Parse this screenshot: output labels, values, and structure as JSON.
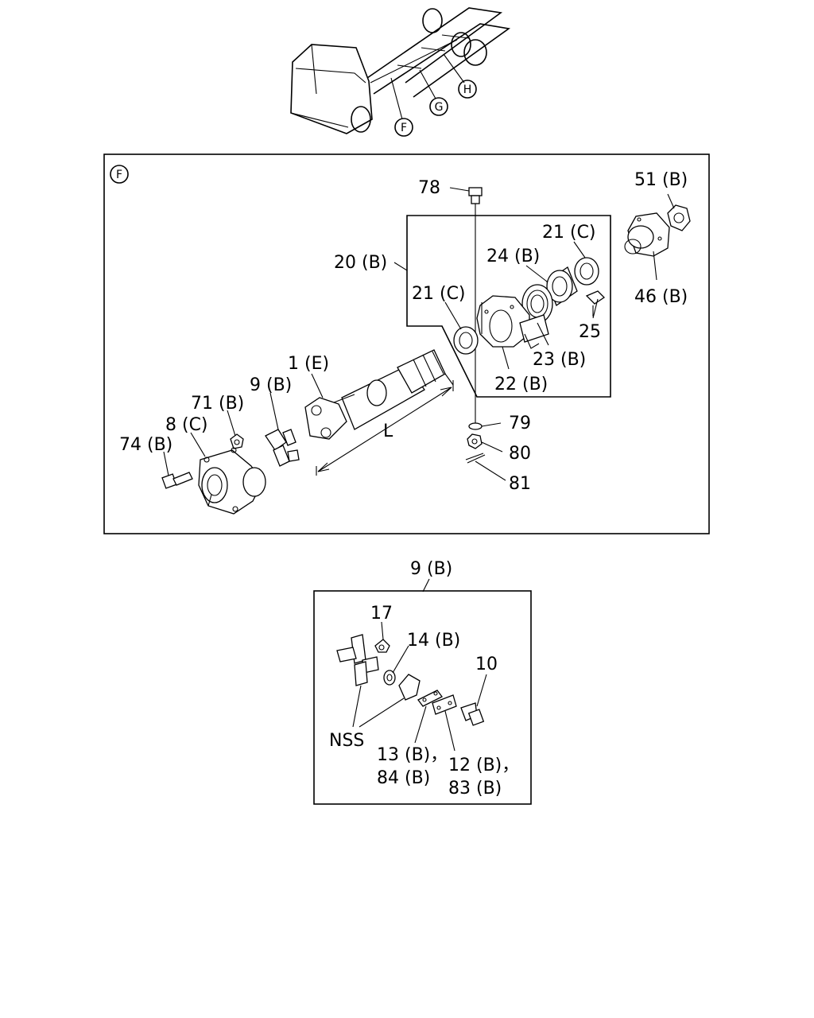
{
  "overview": {
    "callouts": [
      {
        "id": "F",
        "text": "F"
      },
      {
        "id": "G",
        "text": "G"
      },
      {
        "id": "H",
        "text": "H"
      }
    ]
  },
  "main_panel": {
    "panel_marker": "F",
    "labels": {
      "p78": "78",
      "p51b": "51 (B)",
      "p21c_top": "21 (C)",
      "p20b": "20 (B)",
      "p24b": "24 (B)",
      "p46b": "46 (B)",
      "p21c_left": "21 (C)",
      "p25": "25",
      "p23b": "23 (B)",
      "p22b": "22 (B)",
      "p1e": "1 (E)",
      "p9b": "9 (B)",
      "p71b": "71 (B)",
      "p8c": "8 (C)",
      "p74b": "74 (B)",
      "pL": "L",
      "p79": "79",
      "p80": "80",
      "p81": "81"
    }
  },
  "detail_panel": {
    "title": "9 (B)",
    "labels": {
      "p17": "17",
      "p14b": "14 (B)",
      "p10": "10",
      "nss": "NSS",
      "p13b": "13 (B)，",
      "p84b": "84 (B)",
      "p12b": "12 (B)，",
      "p83b": "83 (B)"
    }
  }
}
